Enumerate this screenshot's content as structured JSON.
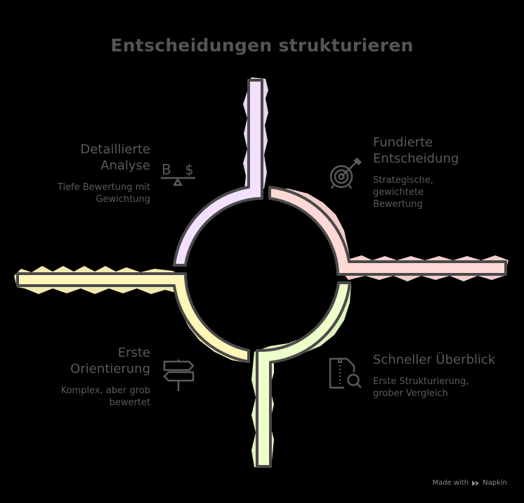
{
  "title": "Entscheidungen strukturieren",
  "colors": {
    "background": "#000000",
    "outline": "#4a4a4a",
    "text": "#575757",
    "top_left": "#f3e0ff",
    "top_right": "#ffd9d6",
    "bottom_left": "#fff6b8",
    "bottom_right": "#ecffc8"
  },
  "quadrants": [
    {
      "position": "top-left",
      "heading_lines": [
        "Detaillierte",
        "Analyse"
      ],
      "description_lines": [
        "Tiefe Bewertung mit",
        "Gewichtung"
      ],
      "icon": "balance-scale-icon",
      "icon_glyphs": [
        "B",
        "$"
      ]
    },
    {
      "position": "top-right",
      "heading_lines": [
        "Fundierte",
        "Entscheidung"
      ],
      "description_lines": [
        "Strategische,",
        "gewichtete",
        "Bewertung"
      ],
      "icon": "target-icon"
    },
    {
      "position": "bottom-left",
      "heading_lines": [
        "Erste",
        "Orientierung"
      ],
      "description_lines": [
        "Komplex, aber grob",
        "bewertet"
      ],
      "icon": "signpost-icon"
    },
    {
      "position": "bottom-right",
      "heading_lines": [
        "Schneller Überblick"
      ],
      "description_lines": [
        "Erste Strukturierung,",
        "grober Vergleich"
      ],
      "icon": "zip-file-search-icon"
    }
  ],
  "footer": {
    "made_with": "Made with",
    "brand": "Napkin"
  }
}
